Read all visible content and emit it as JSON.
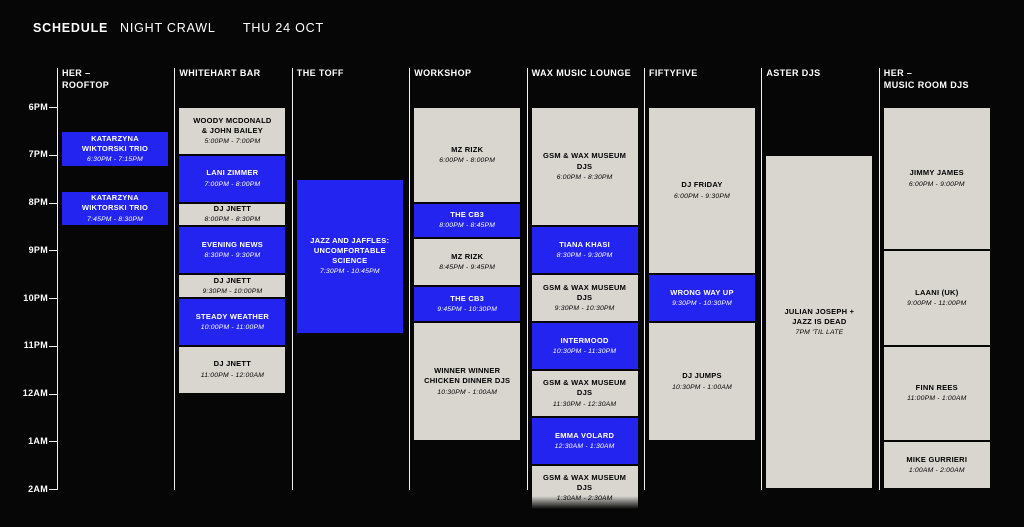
{
  "header": {
    "title": "SCHEDULE",
    "event_name": "NIGHT CRAWL",
    "date": "THU 24 OCT"
  },
  "colors": {
    "accent_blue": "#2424f0",
    "block_gray": "#d9d6d0",
    "background": "#060606",
    "line_white": "#f2f2f2"
  },
  "time_axis": {
    "labels": [
      "6PM",
      "7PM",
      "8PM",
      "9PM",
      "10PM",
      "11PM",
      "12AM",
      "1AM",
      "2AM"
    ]
  },
  "venues": [
    {
      "name": "HER –\nROOFTOP",
      "events": [
        {
          "title": "KATARZYNA\nWIKTORSKI TRIO",
          "time": "6:30PM - 7:15PM",
          "start": 0.5,
          "end": 1.25,
          "style": "blue"
        },
        {
          "title": "KATARZYNA\nWIKTORSKI TRIO",
          "time": "7:45PM - 8:30PM",
          "start": 1.75,
          "end": 2.5,
          "style": "blue"
        }
      ]
    },
    {
      "name": "WHITEHART BAR",
      "events": [
        {
          "title": "WOODY MCDONALD\n& JOHN BAILEY",
          "time": "5:00PM - 7:00PM",
          "start": -1,
          "end": 1,
          "style": "gray"
        },
        {
          "title": "LANI ZIMMER",
          "time": "7:00PM - 8:00PM",
          "start": 1,
          "end": 2,
          "style": "blue"
        },
        {
          "title": "DJ JNETT",
          "time": "8:00PM - 8:30PM",
          "start": 2,
          "end": 2.5,
          "style": "gray"
        },
        {
          "title": "EVENING NEWS",
          "time": "8:30PM - 9:30PM",
          "start": 2.5,
          "end": 3.5,
          "style": "blue"
        },
        {
          "title": "DJ JNETT",
          "time": "9:30PM - 10:00PM",
          "start": 3.5,
          "end": 4,
          "style": "gray"
        },
        {
          "title": "STEADY WEATHER",
          "time": "10:00PM - 11:00PM",
          "start": 4,
          "end": 5,
          "style": "blue"
        },
        {
          "title": "DJ JNETT",
          "time": "11:00PM - 12:00AM",
          "start": 5,
          "end": 6,
          "style": "gray"
        }
      ]
    },
    {
      "name": "THE TOFF",
      "events": [
        {
          "title": "JAZZ AND JAFFLES:\nUNCOMFORTABLE\nSCIENCE",
          "time": "7:30PM - 10:45PM",
          "start": 1.5,
          "end": 4.75,
          "style": "blue"
        }
      ]
    },
    {
      "name": "WORKSHOP",
      "events": [
        {
          "title": "MZ RIZK",
          "time": "6:00PM - 8:00PM",
          "start": 0,
          "end": 2,
          "style": "gray"
        },
        {
          "title": "THE CB3",
          "time": "8:00PM - 8:45PM",
          "start": 2,
          "end": 2.75,
          "style": "blue"
        },
        {
          "title": "MZ RIZK",
          "time": "8:45PM - 9:45PM",
          "start": 2.75,
          "end": 3.75,
          "style": "gray"
        },
        {
          "title": "THE CB3",
          "time": "9:45PM - 10:30PM",
          "start": 3.75,
          "end": 4.5,
          "style": "blue"
        },
        {
          "title": "WINNER WINNER\nCHICKEN DINNER DJS",
          "time": "10:30PM - 1:00AM",
          "start": 4.5,
          "end": 7,
          "style": "gray"
        }
      ]
    },
    {
      "name": "WAX MUSIC LOUNGE",
      "events": [
        {
          "title": "GSM & WAX MUSEUM DJS",
          "time": "6:00PM - 8:30PM",
          "start": 0,
          "end": 2.5,
          "style": "gray"
        },
        {
          "title": "TIANA KHASI",
          "time": "8:30PM - 9:30PM",
          "start": 2.5,
          "end": 3.5,
          "style": "blue"
        },
        {
          "title": "GSM & WAX MUSEUM DJS",
          "time": "9:30PM - 10:30PM",
          "start": 3.5,
          "end": 4.5,
          "style": "gray"
        },
        {
          "title": "INTERMOOD",
          "time": "10:30PM - 11:30PM",
          "start": 4.5,
          "end": 5.5,
          "style": "blue"
        },
        {
          "title": "GSM & WAX MUSEUM DJS",
          "time": "11:30PM - 12:30AM",
          "start": 5.5,
          "end": 6.5,
          "style": "gray"
        },
        {
          "title": "EMMA VOLARD",
          "time": "12:30AM - 1:30AM",
          "start": 6.5,
          "end": 7.5,
          "style": "blue"
        },
        {
          "title": "GSM & WAX MUSEUM DJS",
          "time": "1:30AM - 2:30AM",
          "start": 7.5,
          "end": 8.5,
          "style": "gray",
          "fade": true
        }
      ]
    },
    {
      "name": "FIFTYFIVE",
      "events": [
        {
          "title": "DJ FRIDAY",
          "time": "6:00PM - 9:30PM",
          "start": 0,
          "end": 3.5,
          "style": "gray"
        },
        {
          "title": "WRONG WAY UP",
          "time": "9:30PM - 10:30PM",
          "start": 3.5,
          "end": 4.5,
          "style": "blue"
        },
        {
          "title": "DJ JUMPS",
          "time": "10:30PM - 1:00AM",
          "start": 4.5,
          "end": 7,
          "style": "gray"
        }
      ]
    },
    {
      "name": "ASTER DJS",
      "events": [
        {
          "title": "JULIAN JOSEPH +\nJAZZ IS DEAD",
          "time": "7PM 'TIL LATE",
          "start": 1,
          "end": 8,
          "style": "gray"
        }
      ]
    },
    {
      "name": "HER –\nMUSIC ROOM DJS",
      "events": [
        {
          "title": "JIMMY JAMES",
          "time": "6:00PM - 9:00PM",
          "start": 0,
          "end": 3,
          "style": "gray"
        },
        {
          "title": "LAANI (UK)",
          "time": "9:00PM - 11:00PM",
          "start": 3,
          "end": 5,
          "style": "gray"
        },
        {
          "title": "FINN REES",
          "time": "11:00PM - 1:00AM",
          "start": 5,
          "end": 7,
          "style": "gray"
        },
        {
          "title": "MIKE GURRIERI",
          "time": "1:00AM - 2:00AM",
          "start": 7,
          "end": 8,
          "style": "gray"
        }
      ]
    }
  ]
}
